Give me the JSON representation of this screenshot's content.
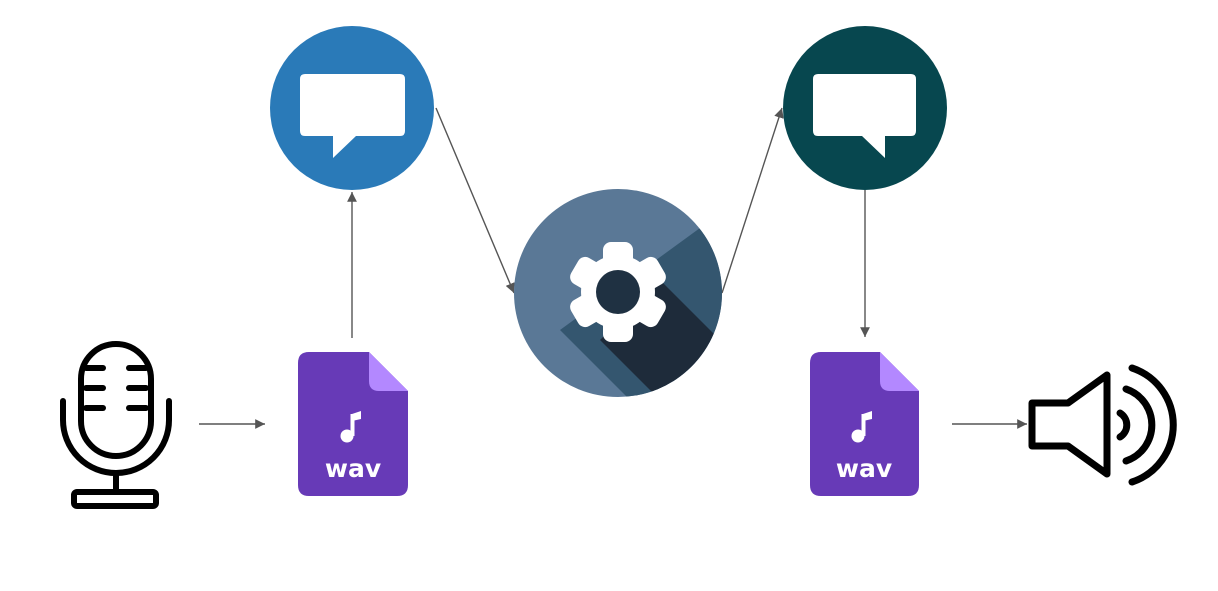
{
  "nodes": [
    {
      "id": "microphone",
      "icon": "microphone-icon"
    },
    {
      "id": "input-audio-file",
      "icon": "wav-file-icon",
      "label": "wav"
    },
    {
      "id": "input-message",
      "icon": "speech-bubble-icon"
    },
    {
      "id": "processing",
      "icon": "gear-icon"
    },
    {
      "id": "output-message",
      "icon": "speech-bubble-icon"
    },
    {
      "id": "output-audio-file",
      "icon": "wav-file-icon",
      "label": "wav"
    },
    {
      "id": "speaker",
      "icon": "speaker-icon"
    }
  ],
  "edges": [
    {
      "from": "microphone",
      "to": "input-audio-file"
    },
    {
      "from": "input-audio-file",
      "to": "input-message"
    },
    {
      "from": "input-message",
      "to": "processing"
    },
    {
      "from": "processing",
      "to": "output-message"
    },
    {
      "from": "output-message",
      "to": "output-audio-file"
    },
    {
      "from": "output-audio-file",
      "to": "speaker"
    }
  ],
  "colors": {
    "file_purple": "#673ab7",
    "file_fold": "#b388ff",
    "bubble_blue": "#2a7ab8",
    "bubble_teal": "#07474f",
    "gear_circle": "#5a7896",
    "gear_shadow": "#1e2b3a",
    "arrow": "#555555",
    "icon_black": "#000000"
  }
}
